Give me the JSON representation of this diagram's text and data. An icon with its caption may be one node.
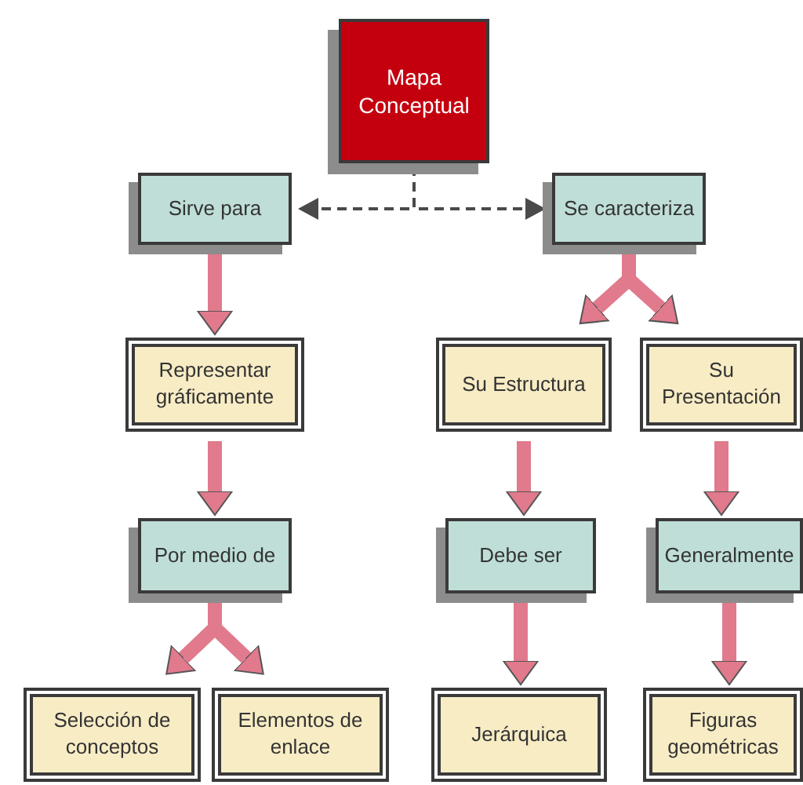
{
  "diagram": {
    "nodes": [
      {
        "text": [
          "Mapa Conceptual"
        ]
      },
      {
        "text": [
          "Sirve para"
        ]
      },
      {
        "text": [
          "Se caracteriza"
        ]
      },
      {
        "text": [
          "Representar gráficamente"
        ]
      },
      {
        "text": [
          "Su Estructura"
        ]
      },
      {
        "text": [
          "Su Presentación"
        ]
      },
      {
        "text": [
          "Por medio de"
        ]
      },
      {
        "text": [
          "Debe ser"
        ]
      },
      {
        "text": [
          "Generalmente"
        ]
      },
      {
        "text": [
          "Selección de conceptos"
        ]
      },
      {
        "text": [
          "Elementos de enlace"
        ]
      },
      {
        "text": [
          "Jerárquica"
        ]
      },
      {
        "text": [
          "Figuras geométricas"
        ]
      }
    ],
    "edges": [
      {
        "from": 0,
        "to": 1,
        "arrow": "to",
        "style": "dashed",
        "color": "#4a4a4a"
      },
      {
        "from": 0,
        "to": 2,
        "arrow": "to",
        "style": "dashed",
        "color": "#4a4a4a"
      },
      {
        "from": 1,
        "to": 3,
        "arrow": "to"
      },
      {
        "from": 2,
        "to": 4,
        "arrow": "to"
      },
      {
        "from": 2,
        "to": 5,
        "arrow": "to"
      },
      {
        "from": 3,
        "to": 6,
        "arrow": "to"
      },
      {
        "from": 4,
        "to": 7,
        "arrow": "to"
      },
      {
        "from": 5,
        "to": 8,
        "arrow": "to"
      },
      {
        "from": 6,
        "to": 9,
        "arrow": "to"
      },
      {
        "from": 6,
        "to": 10,
        "arrow": "to"
      },
      {
        "from": 7,
        "to": 11,
        "arrow": "to"
      },
      {
        "from": 8,
        "to": 12,
        "arrow": "to"
      }
    ]
  }
}
